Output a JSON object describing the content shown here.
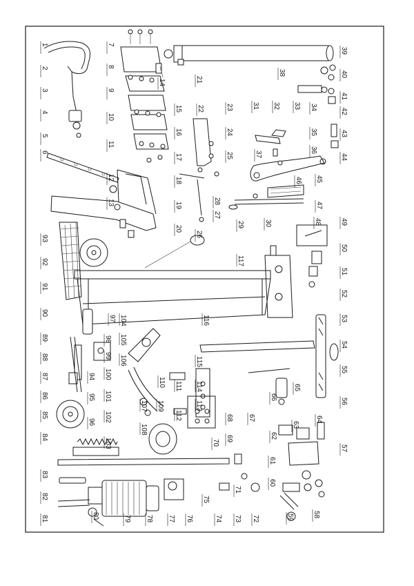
{
  "diagram": {
    "kind": "exploded-parts-view",
    "orientation": "rotated-90-clockwise",
    "callouts": [
      "1",
      "2",
      "3",
      "4",
      "5",
      "6",
      "7",
      "8",
      "9",
      "10",
      "11",
      "12",
      "13",
      "14",
      "15",
      "16",
      "17",
      "18",
      "19",
      "20",
      "21",
      "22",
      "23",
      "24",
      "25",
      "26",
      "27",
      "28",
      "29",
      "30",
      "31",
      "32",
      "33",
      "34",
      "35",
      "36",
      "37",
      "38",
      "39",
      "40",
      "41",
      "42",
      "43",
      "44",
      "45",
      "46",
      "47",
      "48",
      "49",
      "50",
      "51",
      "52",
      "53",
      "54",
      "55",
      "56",
      "57",
      "58",
      "59",
      "60",
      "61",
      "62",
      "63",
      "64",
      "65",
      "66",
      "67",
      "68",
      "69",
      "70",
      "71",
      "72",
      "73",
      "74",
      "75",
      "76",
      "77",
      "78",
      "79",
      "80",
      "81",
      "82",
      "83",
      "84",
      "85",
      "86",
      "87",
      "88",
      "89",
      "90",
      "91",
      "92",
      "93",
      "94",
      "95",
      "96",
      "97",
      "98",
      "99",
      "100",
      "101",
      "102",
      "103",
      "104",
      "105",
      "106",
      "107",
      "108",
      "109",
      "110",
      "111",
      "112",
      "113",
      "114",
      "115",
      "116",
      "117"
    ]
  }
}
